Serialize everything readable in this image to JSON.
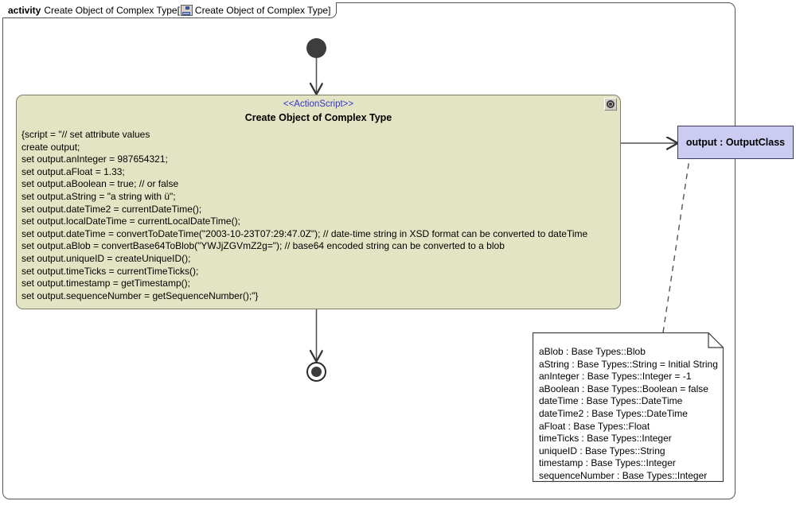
{
  "frame": {
    "kind": "activity",
    "name": "Create Object of Complex Type",
    "bracket_open": "[",
    "bracket_close": "]",
    "diagram_name": "Create Object of Complex Type",
    "icon": "activity-diagram-icon"
  },
  "action": {
    "stereotype": "<<ActionScript>>",
    "name": "Create Object of Complex Type",
    "behavior_icon": "behavior-gear-icon",
    "fill_color": "#e3e4c3",
    "border_color": "#7e7e63",
    "stereotype_color": "#3333cc",
    "script_lines": [
      "{script = \"// set attribute values",
      "create output;",
      "set output.anInteger = 987654321;",
      "set output.aFloat = 1.33;",
      "set output.aBoolean = true; // or false",
      "set output.aString = \"a string with ü\";",
      "set output.dateTime2 = currentDateTime();",
      "set output.localDateTime = currentLocalDateTime();",
      "set output.dateTime = convertToDateTime(\"2003-10-23T07:29:47.0Z\"); // date-time string in XSD format can be converted to dateTime",
      "set output.aBlob = convertBase64ToBlob(\"YWJjZGVmZ2g=\"); // base64 encoded string can be converted to a blob",
      "set output.uniqueID = createUniqueID();",
      "set output.timeTicks = currentTimeTicks();",
      "set output.timestamp = getTimestamp();",
      "set output.sequenceNumber = getSequenceNumber();\"}"
    ]
  },
  "object_node": {
    "label": "output : OutputClass",
    "fill_color": "#ccccf2",
    "border_color": "#3a3a5c"
  },
  "note": {
    "lines": [
      "aBlob : Base Types::Blob",
      "aString : Base Types::String = Initial String",
      "anInteger : Base Types::Integer = -1",
      "aBoolean : Base Types::Boolean = false",
      "dateTime : Base Types::DateTime",
      "dateTime2 : Base Types::DateTime",
      "aFloat : Base Types::Float",
      "timeTicks : Base Types::Integer",
      "uniqueID : Base Types::String",
      "timestamp : Base Types::Integer",
      "sequenceNumber : Base Types::Integer"
    ]
  },
  "nodes": {
    "initial": "initial-node",
    "final": "activity-final-node"
  },
  "edges": [
    {
      "name": "edge-initial-to-action",
      "style": "solid"
    },
    {
      "name": "edge-action-to-output",
      "style": "solid"
    },
    {
      "name": "edge-action-to-final",
      "style": "solid"
    },
    {
      "name": "note-anchor-to-output",
      "style": "dashed"
    }
  ]
}
